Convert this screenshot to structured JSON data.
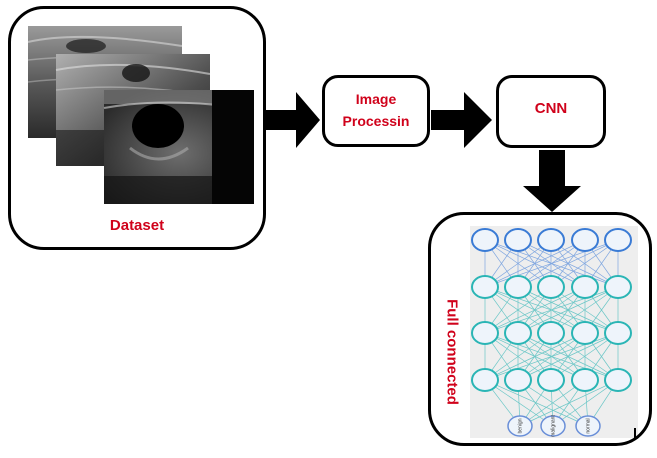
{
  "dataset": {
    "label": "Dataset"
  },
  "image_processing": {
    "label_line1": "Image",
    "label_line2": "Processin"
  },
  "cnn": {
    "label": "CNN"
  },
  "full_connected": {
    "label": "Full connected"
  },
  "network": {
    "layers": [
      5,
      5,
      5,
      5,
      3
    ],
    "output_labels": [
      "benign",
      "malignant",
      "normal"
    ],
    "colors": {
      "top_layer": "#3a7bd5",
      "hidden": "#2ab5b5",
      "output": "#6a8fd8",
      "panel": "#eeeeee"
    }
  },
  "colors": {
    "label": "#d0021b",
    "arrow": "#000000",
    "border": "#000000"
  }
}
